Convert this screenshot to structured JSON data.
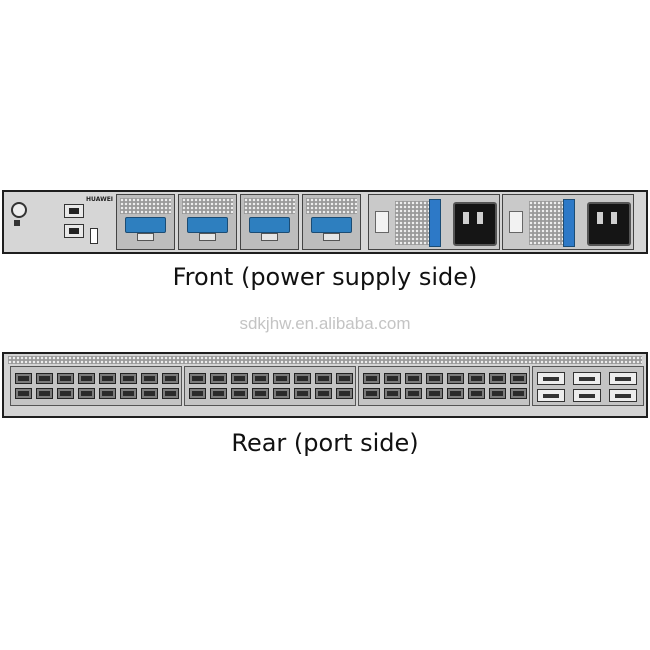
{
  "device": {
    "brand": "HUAWEI",
    "front_caption": "Front (power supply side)",
    "rear_caption": "Rear (port side)",
    "watermark": "sdkjhw.en.alibaba.com"
  },
  "front": {
    "fan_count": 4,
    "psu_count": 2
  },
  "rear": {
    "sfp_group_count": 3,
    "qsfp_group_count": 1
  },
  "colors": {
    "panel": "#d6d6d6",
    "fan_tag": "#2e7fbf",
    "psu_latch": "#2d79c7",
    "border": "#1e1e1e"
  }
}
